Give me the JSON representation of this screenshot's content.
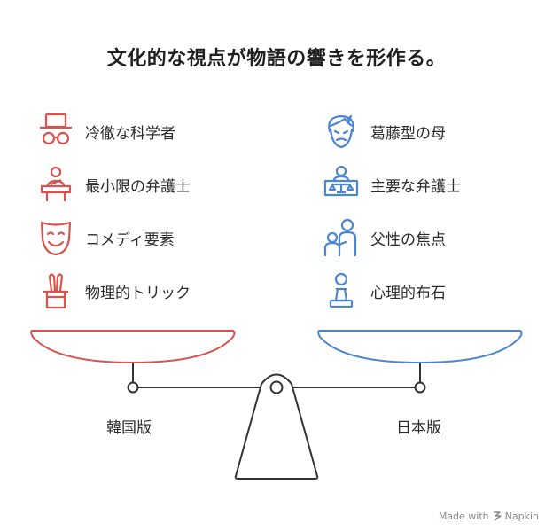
{
  "title": "文化的な視点が物語の響きを形作る。",
  "left": {
    "label": "韓国版",
    "color": "#d9534f",
    "items": [
      {
        "label": "冷徹な科学者",
        "icon": "hat-glasses-icon"
      },
      {
        "label": "最小限の弁護士",
        "icon": "lawyer-podium-icon"
      },
      {
        "label": "コメディ要素",
        "icon": "comedy-mask-icon"
      },
      {
        "label": "物理的トリック",
        "icon": "magic-hat-rabbit-icon"
      }
    ]
  },
  "right": {
    "label": "日本版",
    "color": "#4a86d4",
    "items": [
      {
        "label": "葛藤型の母",
        "icon": "conflicted-face-icon"
      },
      {
        "label": "主要な弁護士",
        "icon": "judge-scales-icon"
      },
      {
        "label": "父性の焦点",
        "icon": "father-child-icon"
      },
      {
        "label": "心理的布石",
        "icon": "chess-pawn-icon"
      }
    ]
  },
  "footer": {
    "prefix": "Made with",
    "brand": "Napkin"
  }
}
